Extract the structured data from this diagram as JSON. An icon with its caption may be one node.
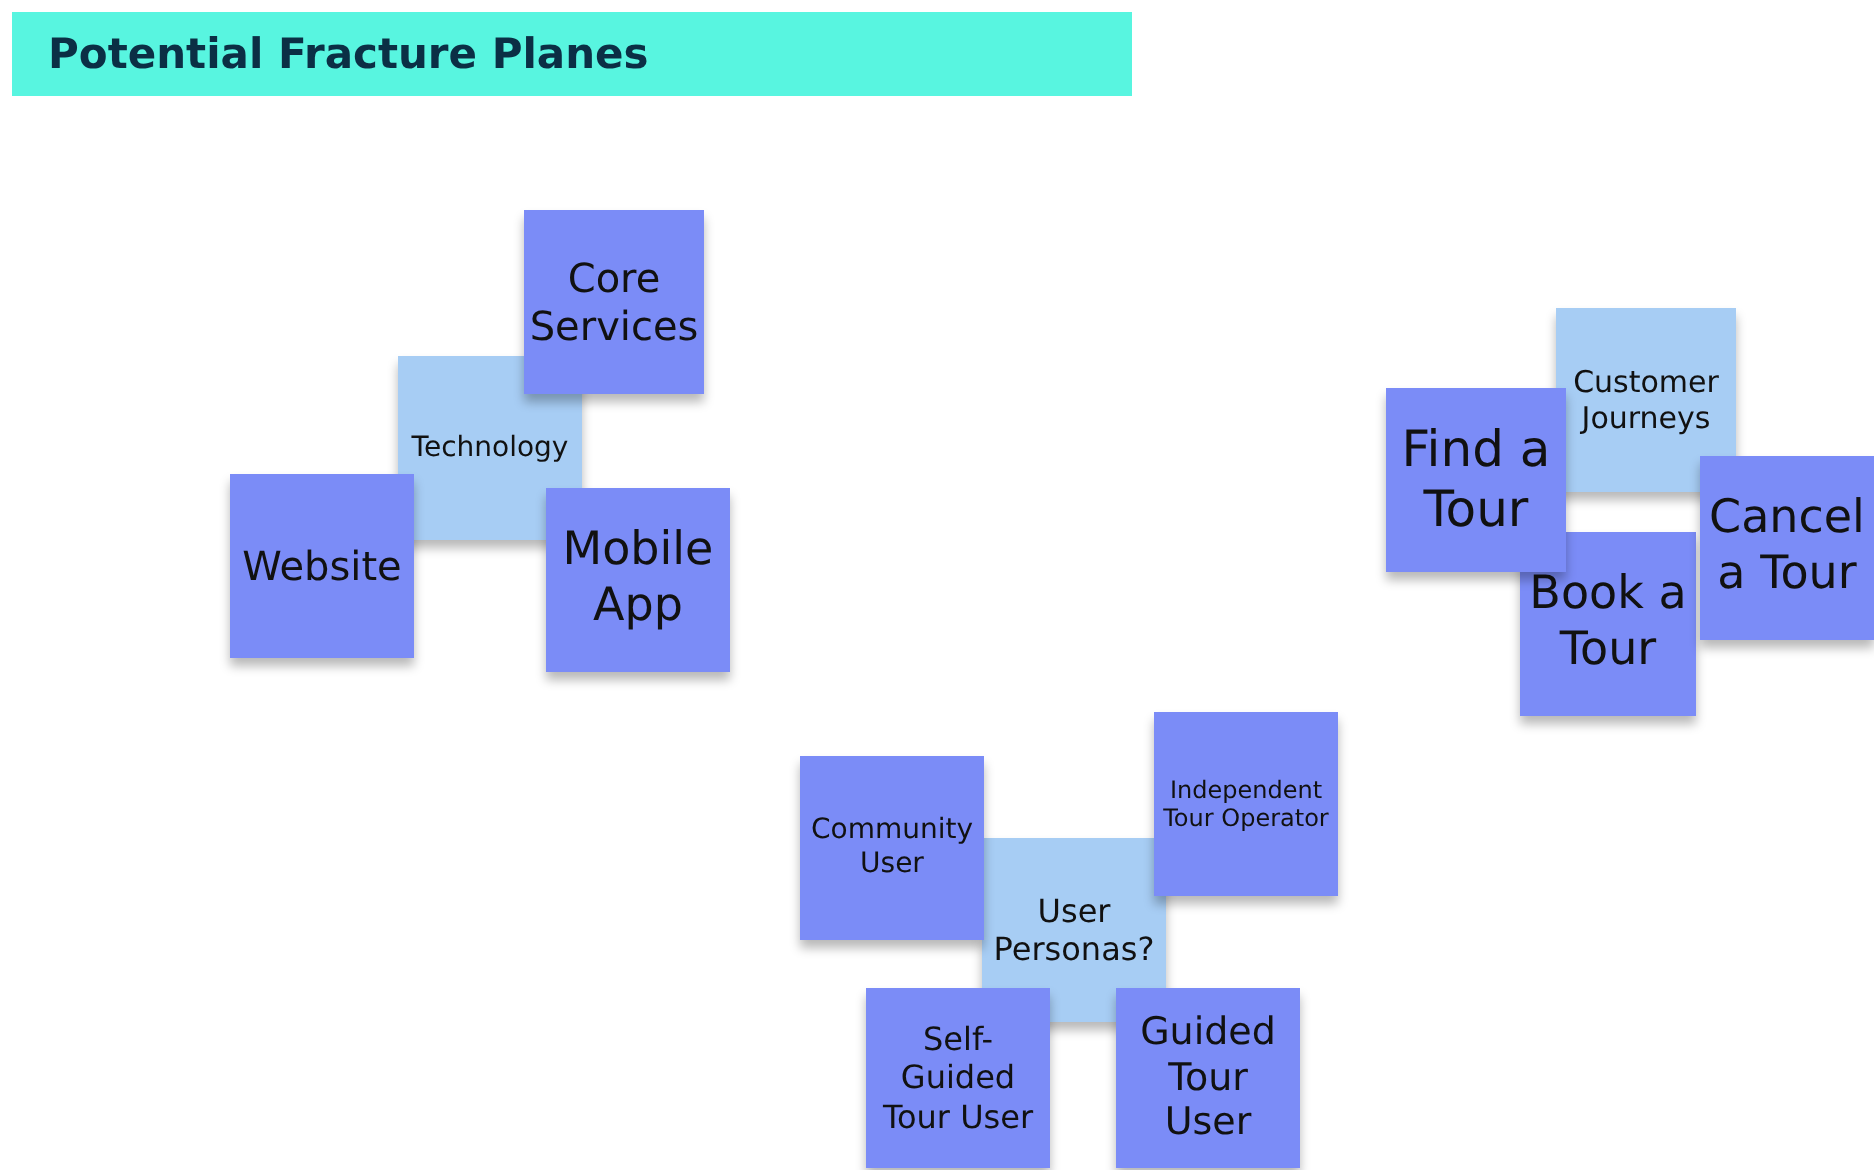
{
  "diagram": {
    "title": "Potential Fracture Planes",
    "nodes": [
      {
        "text": [
          "Core Services"
        ]
      },
      {
        "text": [
          "Technology"
        ]
      },
      {
        "text": [
          "Website"
        ]
      },
      {
        "text": [
          "Mobile App"
        ]
      },
      {
        "text": [
          "Customer Journeys"
        ]
      },
      {
        "text": [
          "Find a Tour"
        ]
      },
      {
        "text": [
          "Cancel a Tour"
        ]
      },
      {
        "text": [
          "Book a Tour"
        ]
      },
      {
        "text": [
          "Independent Tour Operator"
        ]
      },
      {
        "text": [
          "Community User"
        ]
      },
      {
        "text": [
          "User Personas?"
        ]
      },
      {
        "text": [
          "Self-Guided Tour User"
        ]
      },
      {
        "text": [
          "Guided Tour User"
        ]
      }
    ]
  }
}
